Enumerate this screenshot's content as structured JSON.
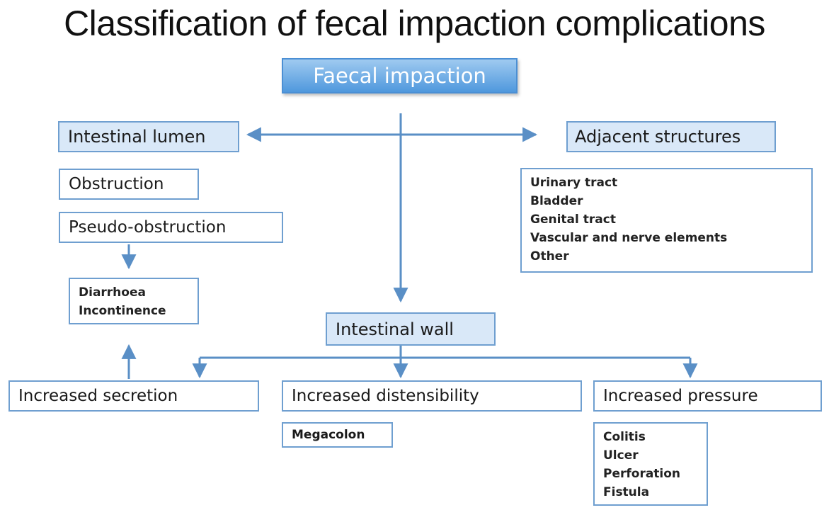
{
  "title": "Classification of fecal impaction complications",
  "colors": {
    "accent": "#4f98dd",
    "box_border": "#6f9fd0",
    "box_fill": "#d9e8f8",
    "line": "#5a8fc6"
  },
  "nodes": {
    "root": "Faecal impaction",
    "lumen": "Intestinal lumen",
    "adjacent": "Adjacent structures",
    "obstruction": "Obstruction",
    "pseudo": "Pseudo-obstruction",
    "wall": "Intestinal wall",
    "secretion": "Increased secretion",
    "distensibility": "Increased distensibility",
    "pressure": "Increased pressure",
    "megacolon": "Megacolon"
  },
  "lists": {
    "adjacent_items": [
      "Urinary tract",
      "Bladder",
      "Genital tract",
      "Vascular and nerve elements",
      "Other"
    ],
    "diarrhoea_items": [
      "Diarrhoea",
      "Incontinence"
    ],
    "pressure_items": [
      "Colitis",
      "Ulcer",
      "Perforation",
      "Fistula"
    ]
  }
}
